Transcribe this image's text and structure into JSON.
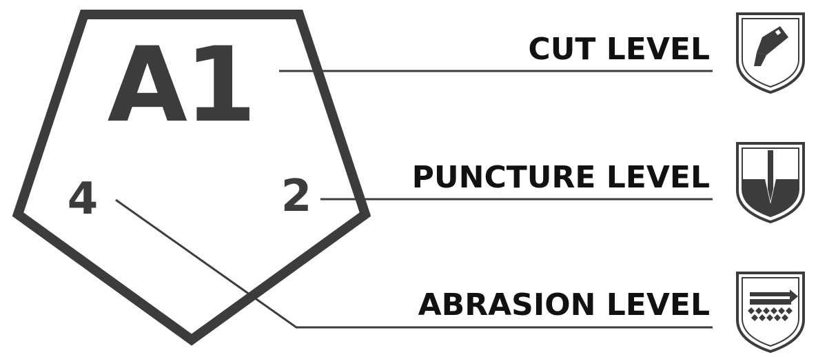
{
  "diagram": {
    "rating_code": "A1",
    "left_value": "4",
    "right_value": "2",
    "labels": {
      "cut": "CUT LEVEL",
      "puncture": "PUNCTURE LEVEL",
      "abrasion": "ABRASION LEVEL"
    },
    "icons": {
      "cut": "cutter-blade-shield-icon",
      "puncture": "puncture-needle-shield-icon",
      "abrasion": "abrasion-pad-shield-icon"
    },
    "colors": {
      "stroke": "#3c3c3c",
      "text": "#111111"
    }
  }
}
